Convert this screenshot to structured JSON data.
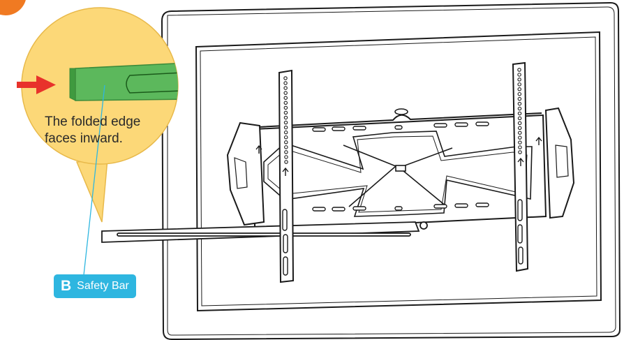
{
  "callout": {
    "line1": "The folded edge",
    "line2": "faces inward."
  },
  "part_label": {
    "letter": "B",
    "name": "Safety Bar"
  },
  "icons": {
    "arrow": "red-arrow-icon",
    "step": "step-badge-icon"
  },
  "colors": {
    "callout_fill": "#fcd878",
    "callout_stroke": "#e8b94a",
    "safety_bar_green": "#5cb85c",
    "arrow_red": "#e8322b",
    "label_blue": "#2eb6e0",
    "step_orange": "#f07a22",
    "line": "#1a1a1a"
  }
}
